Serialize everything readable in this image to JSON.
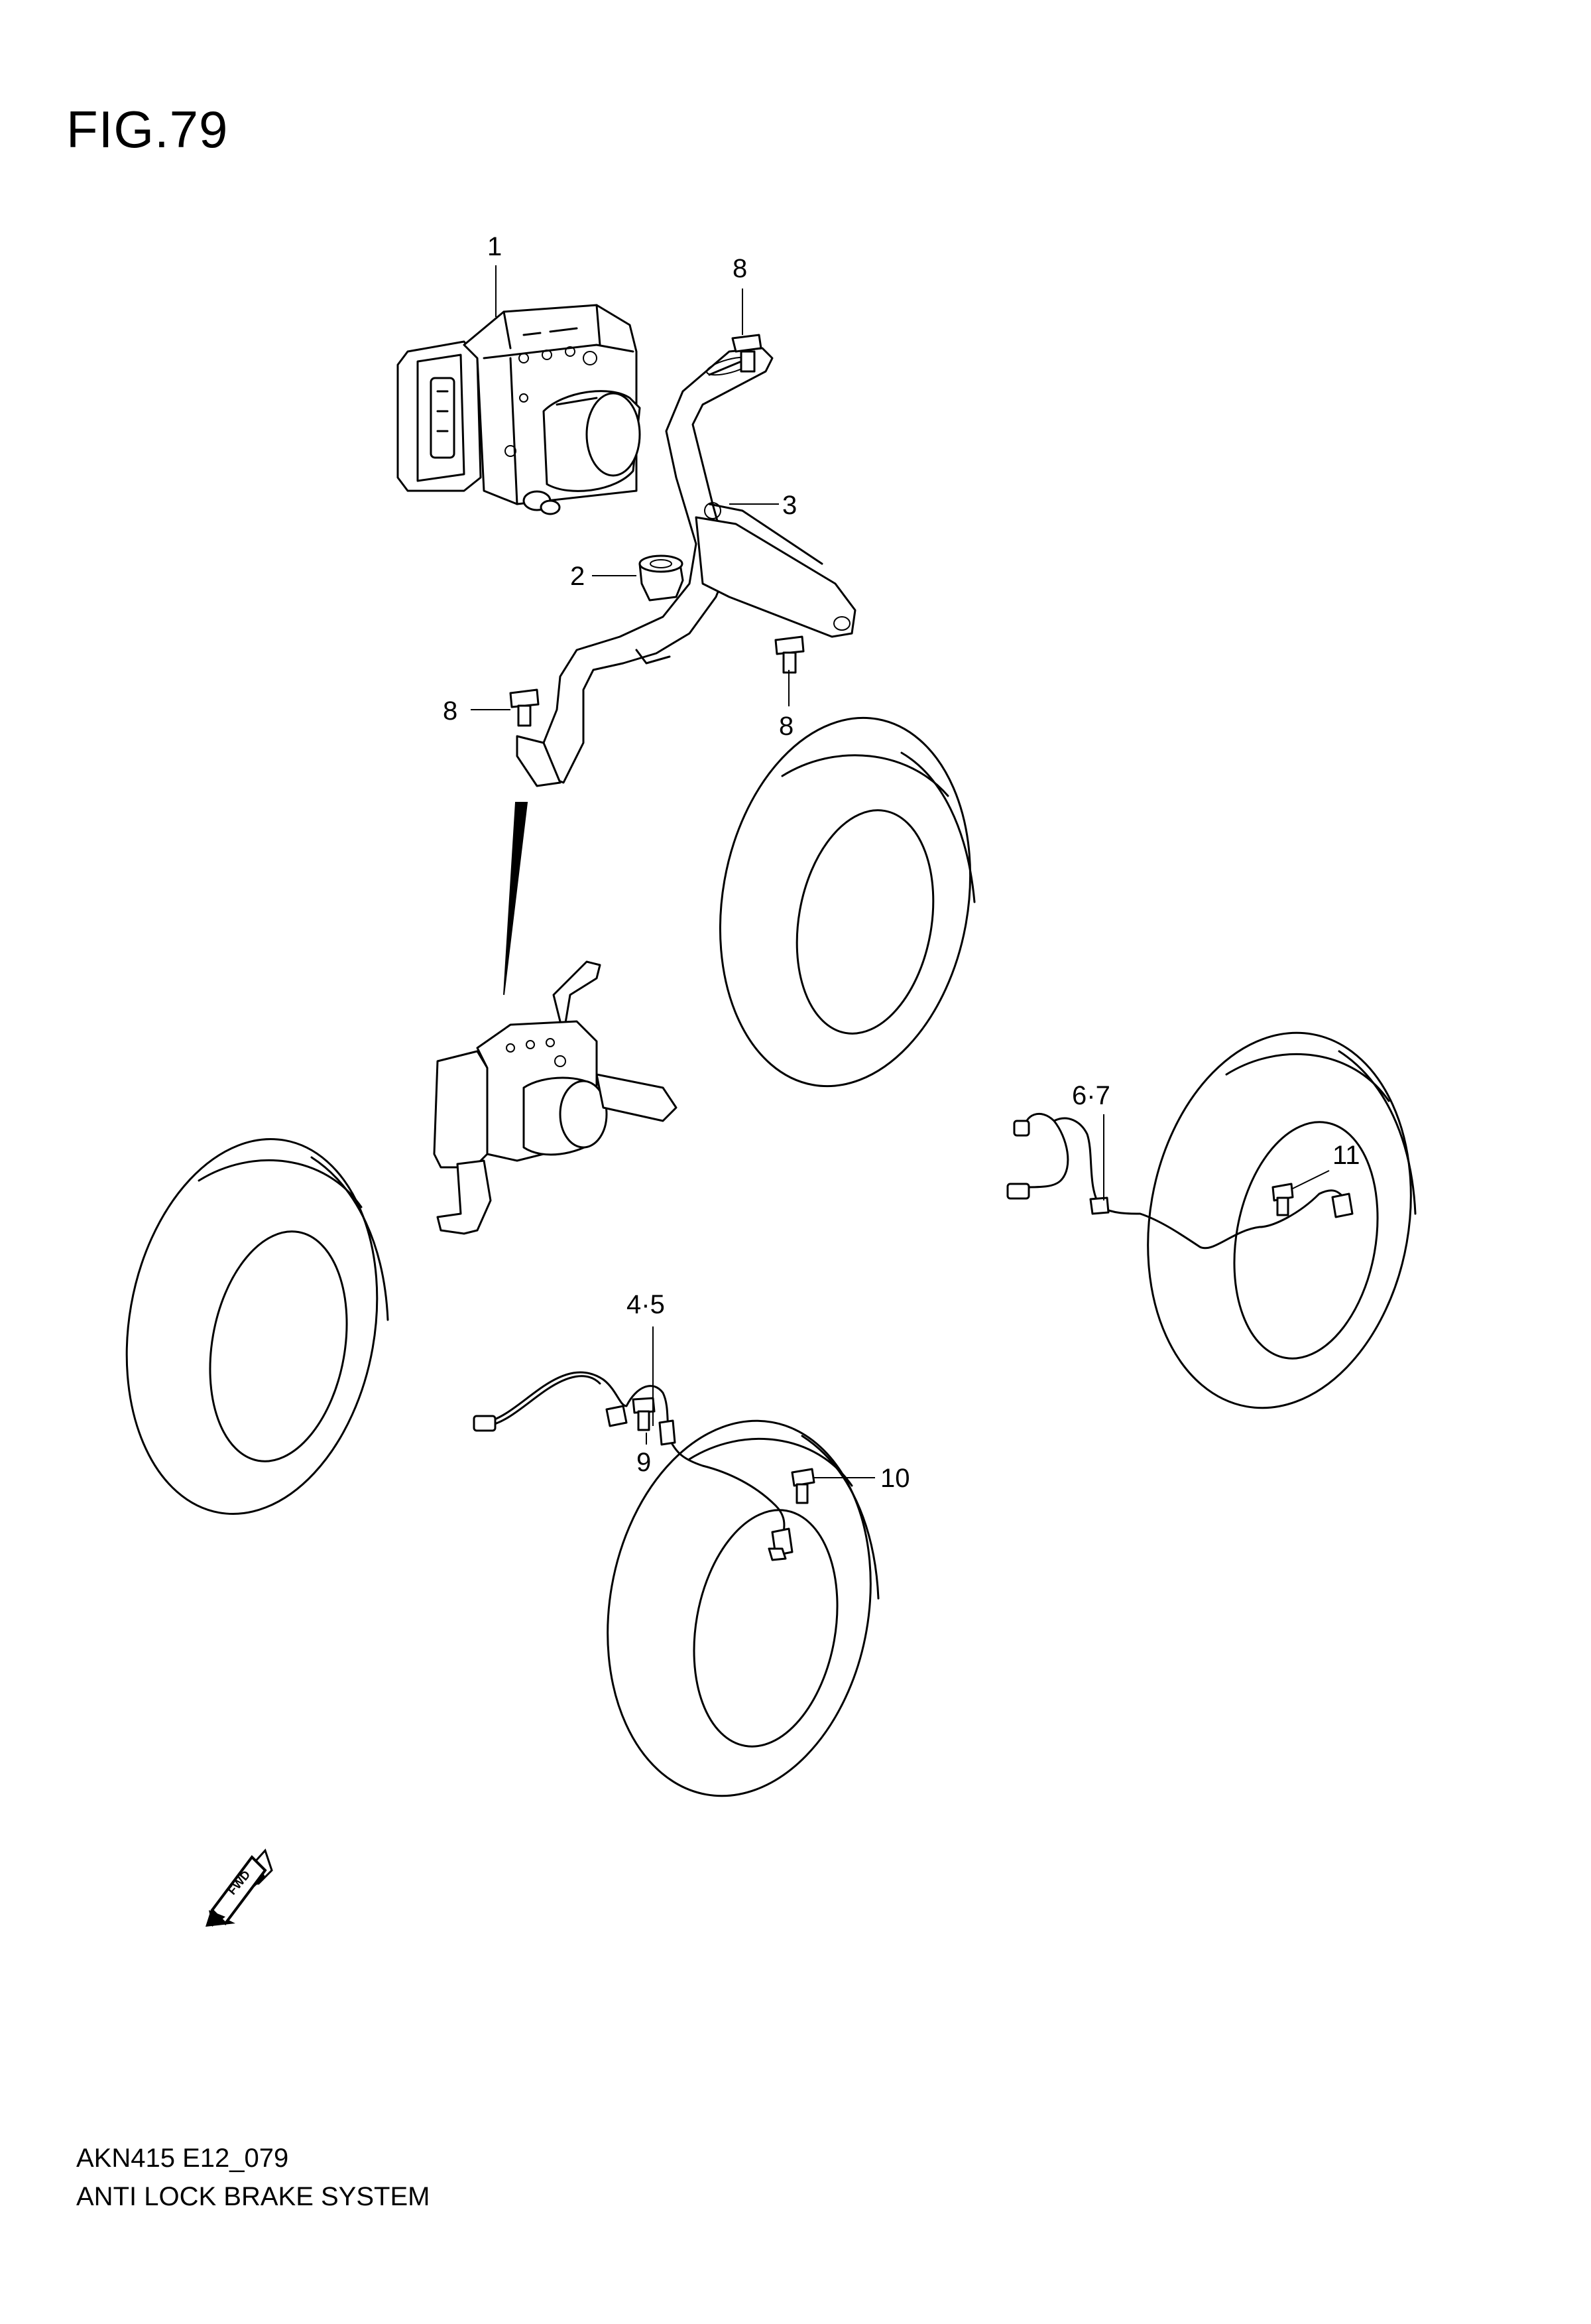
{
  "figure": {
    "title": "FIG.79",
    "code": "AKN415 E12_079",
    "name": "ANTI LOCK BRAKE SYSTEM"
  },
  "callouts": [
    {
      "id": "c1",
      "label": "1"
    },
    {
      "id": "c2",
      "label": "2"
    },
    {
      "id": "c3",
      "label": "3"
    },
    {
      "id": "c8a",
      "label": "8"
    },
    {
      "id": "c8b",
      "label": "8"
    },
    {
      "id": "c8c",
      "label": "8"
    },
    {
      "id": "c45",
      "label": "4·5"
    },
    {
      "id": "c67",
      "label": "6·7"
    },
    {
      "id": "c9",
      "label": "9"
    },
    {
      "id": "c10",
      "label": "10"
    },
    {
      "id": "c11",
      "label": "11"
    }
  ],
  "fwd_arrow": {
    "label": "FWD"
  }
}
